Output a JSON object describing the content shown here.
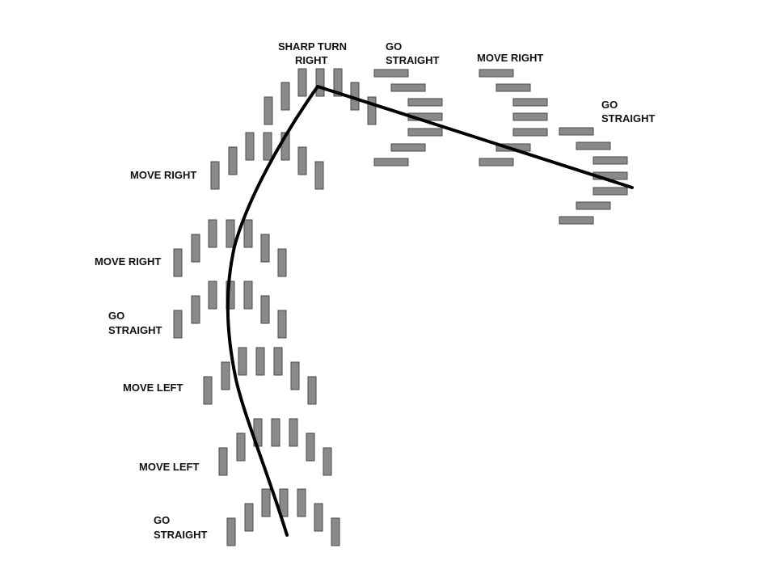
{
  "colors": {
    "background": "#ffffff",
    "chevron_fill": "#8a8a8a",
    "chevron_stroke": "#4a4a4a",
    "path_line": "#000000",
    "label_text": "#111111"
  },
  "labels": [
    {
      "id": "go-straight-bottom",
      "line1": "GO",
      "line2": "STRAIGHT"
    },
    {
      "id": "move-left-lower",
      "line1": "MOVE LEFT",
      "line2": ""
    },
    {
      "id": "move-left-upper",
      "line1": "MOVE LEFT",
      "line2": ""
    },
    {
      "id": "go-straight-middle",
      "line1": "GO",
      "line2": "STRAIGHT"
    },
    {
      "id": "move-right-lower",
      "line1": "MOVE RIGHT",
      "line2": ""
    },
    {
      "id": "move-right-upper",
      "line1": "MOVE RIGHT",
      "line2": ""
    },
    {
      "id": "sharp-turn-right",
      "line1": "SHARP TURN",
      "line2": "RIGHT"
    },
    {
      "id": "go-straight-top",
      "line1": "GO",
      "line2": "STRAIGHT"
    },
    {
      "id": "move-right-top",
      "line1": "MOVE RIGHT",
      "line2": ""
    },
    {
      "id": "go-straight-right",
      "line1": "GO",
      "line2": "STRAIGHT"
    }
  ]
}
